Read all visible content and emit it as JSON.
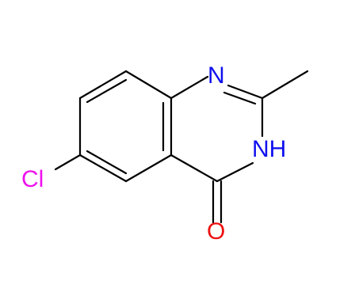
{
  "molecule": {
    "atoms": {
      "n1": {
        "text": "N",
        "color": "#1010ee"
      },
      "nh": {
        "text": "NH",
        "color": "#1010ee"
      },
      "cl": {
        "text": "Cl",
        "color": "#ee10ee"
      },
      "o": {
        "text": "O",
        "color": "#ee1010"
      }
    },
    "bond_color": "#000000",
    "background": "#ffffff"
  }
}
